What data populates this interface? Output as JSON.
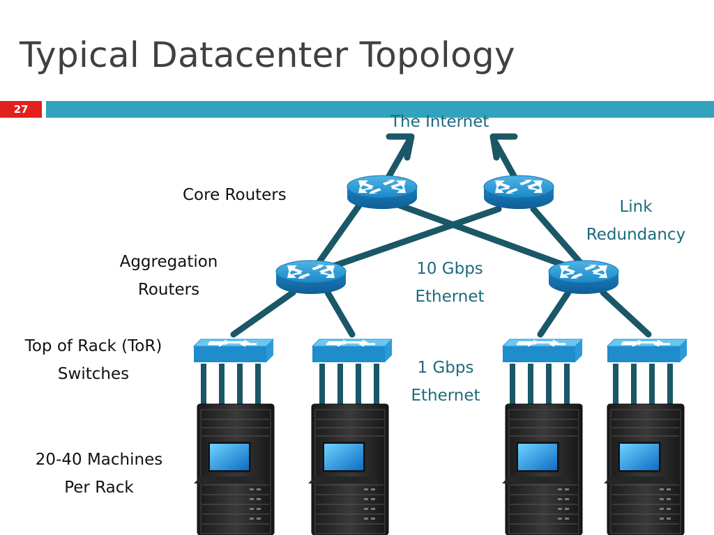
{
  "slide": {
    "title": "Typical Datacenter Topology",
    "page_number": "27"
  },
  "labels": {
    "internet": "The Internet",
    "core_routers": "Core Routers",
    "aggregation_routers": [
      "Aggregation",
      "Routers"
    ],
    "tor_switches": [
      "Top of Rack (ToR)",
      "Switches"
    ],
    "machines_per_rack": [
      "20-40 Machines",
      "Per Rack"
    ],
    "link_redundancy": [
      "Link",
      "Redundancy"
    ],
    "speed_10g": [
      "10 Gbps",
      "Ethernet"
    ],
    "speed_1g": [
      "1 Gbps",
      "Ethernet"
    ]
  },
  "colors": {
    "accent_bar": "#31a3bf",
    "page_number_bg": "#e2201f",
    "link_line": "#1a5767",
    "router_fill": "#1e8fd0",
    "switch_fill": "#2c9ad8",
    "annotation_text": "#1d6a7e"
  },
  "icons": {
    "router": "router-icon",
    "switch": "switch-icon",
    "server_rack": "server-rack-icon",
    "arrow": "arrow-up-icon"
  }
}
